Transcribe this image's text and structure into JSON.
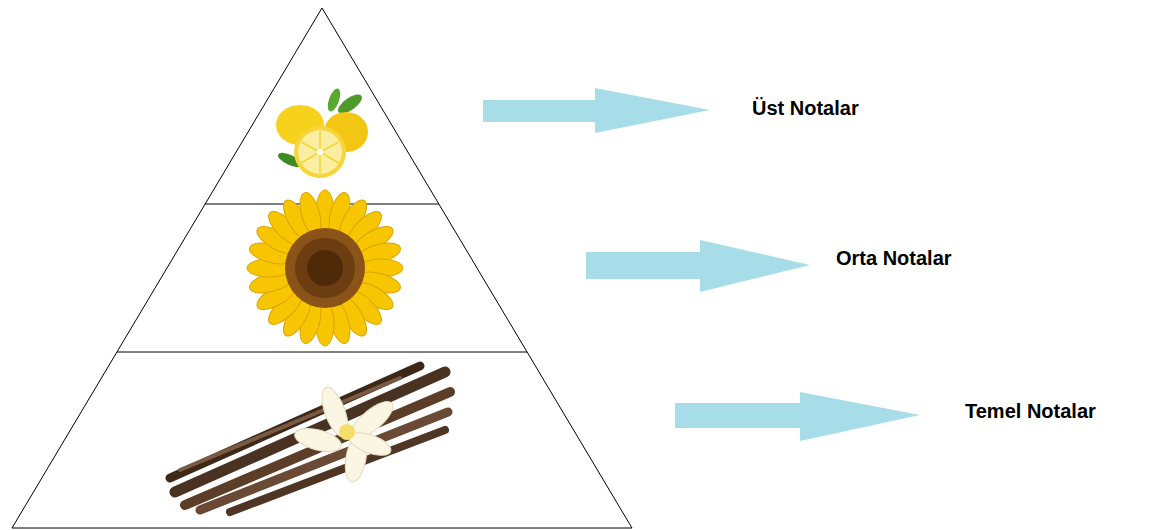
{
  "diagram": {
    "labels": [
      "Üst Notalar",
      "Orta Notalar",
      "Temel Notalar"
    ]
  }
}
